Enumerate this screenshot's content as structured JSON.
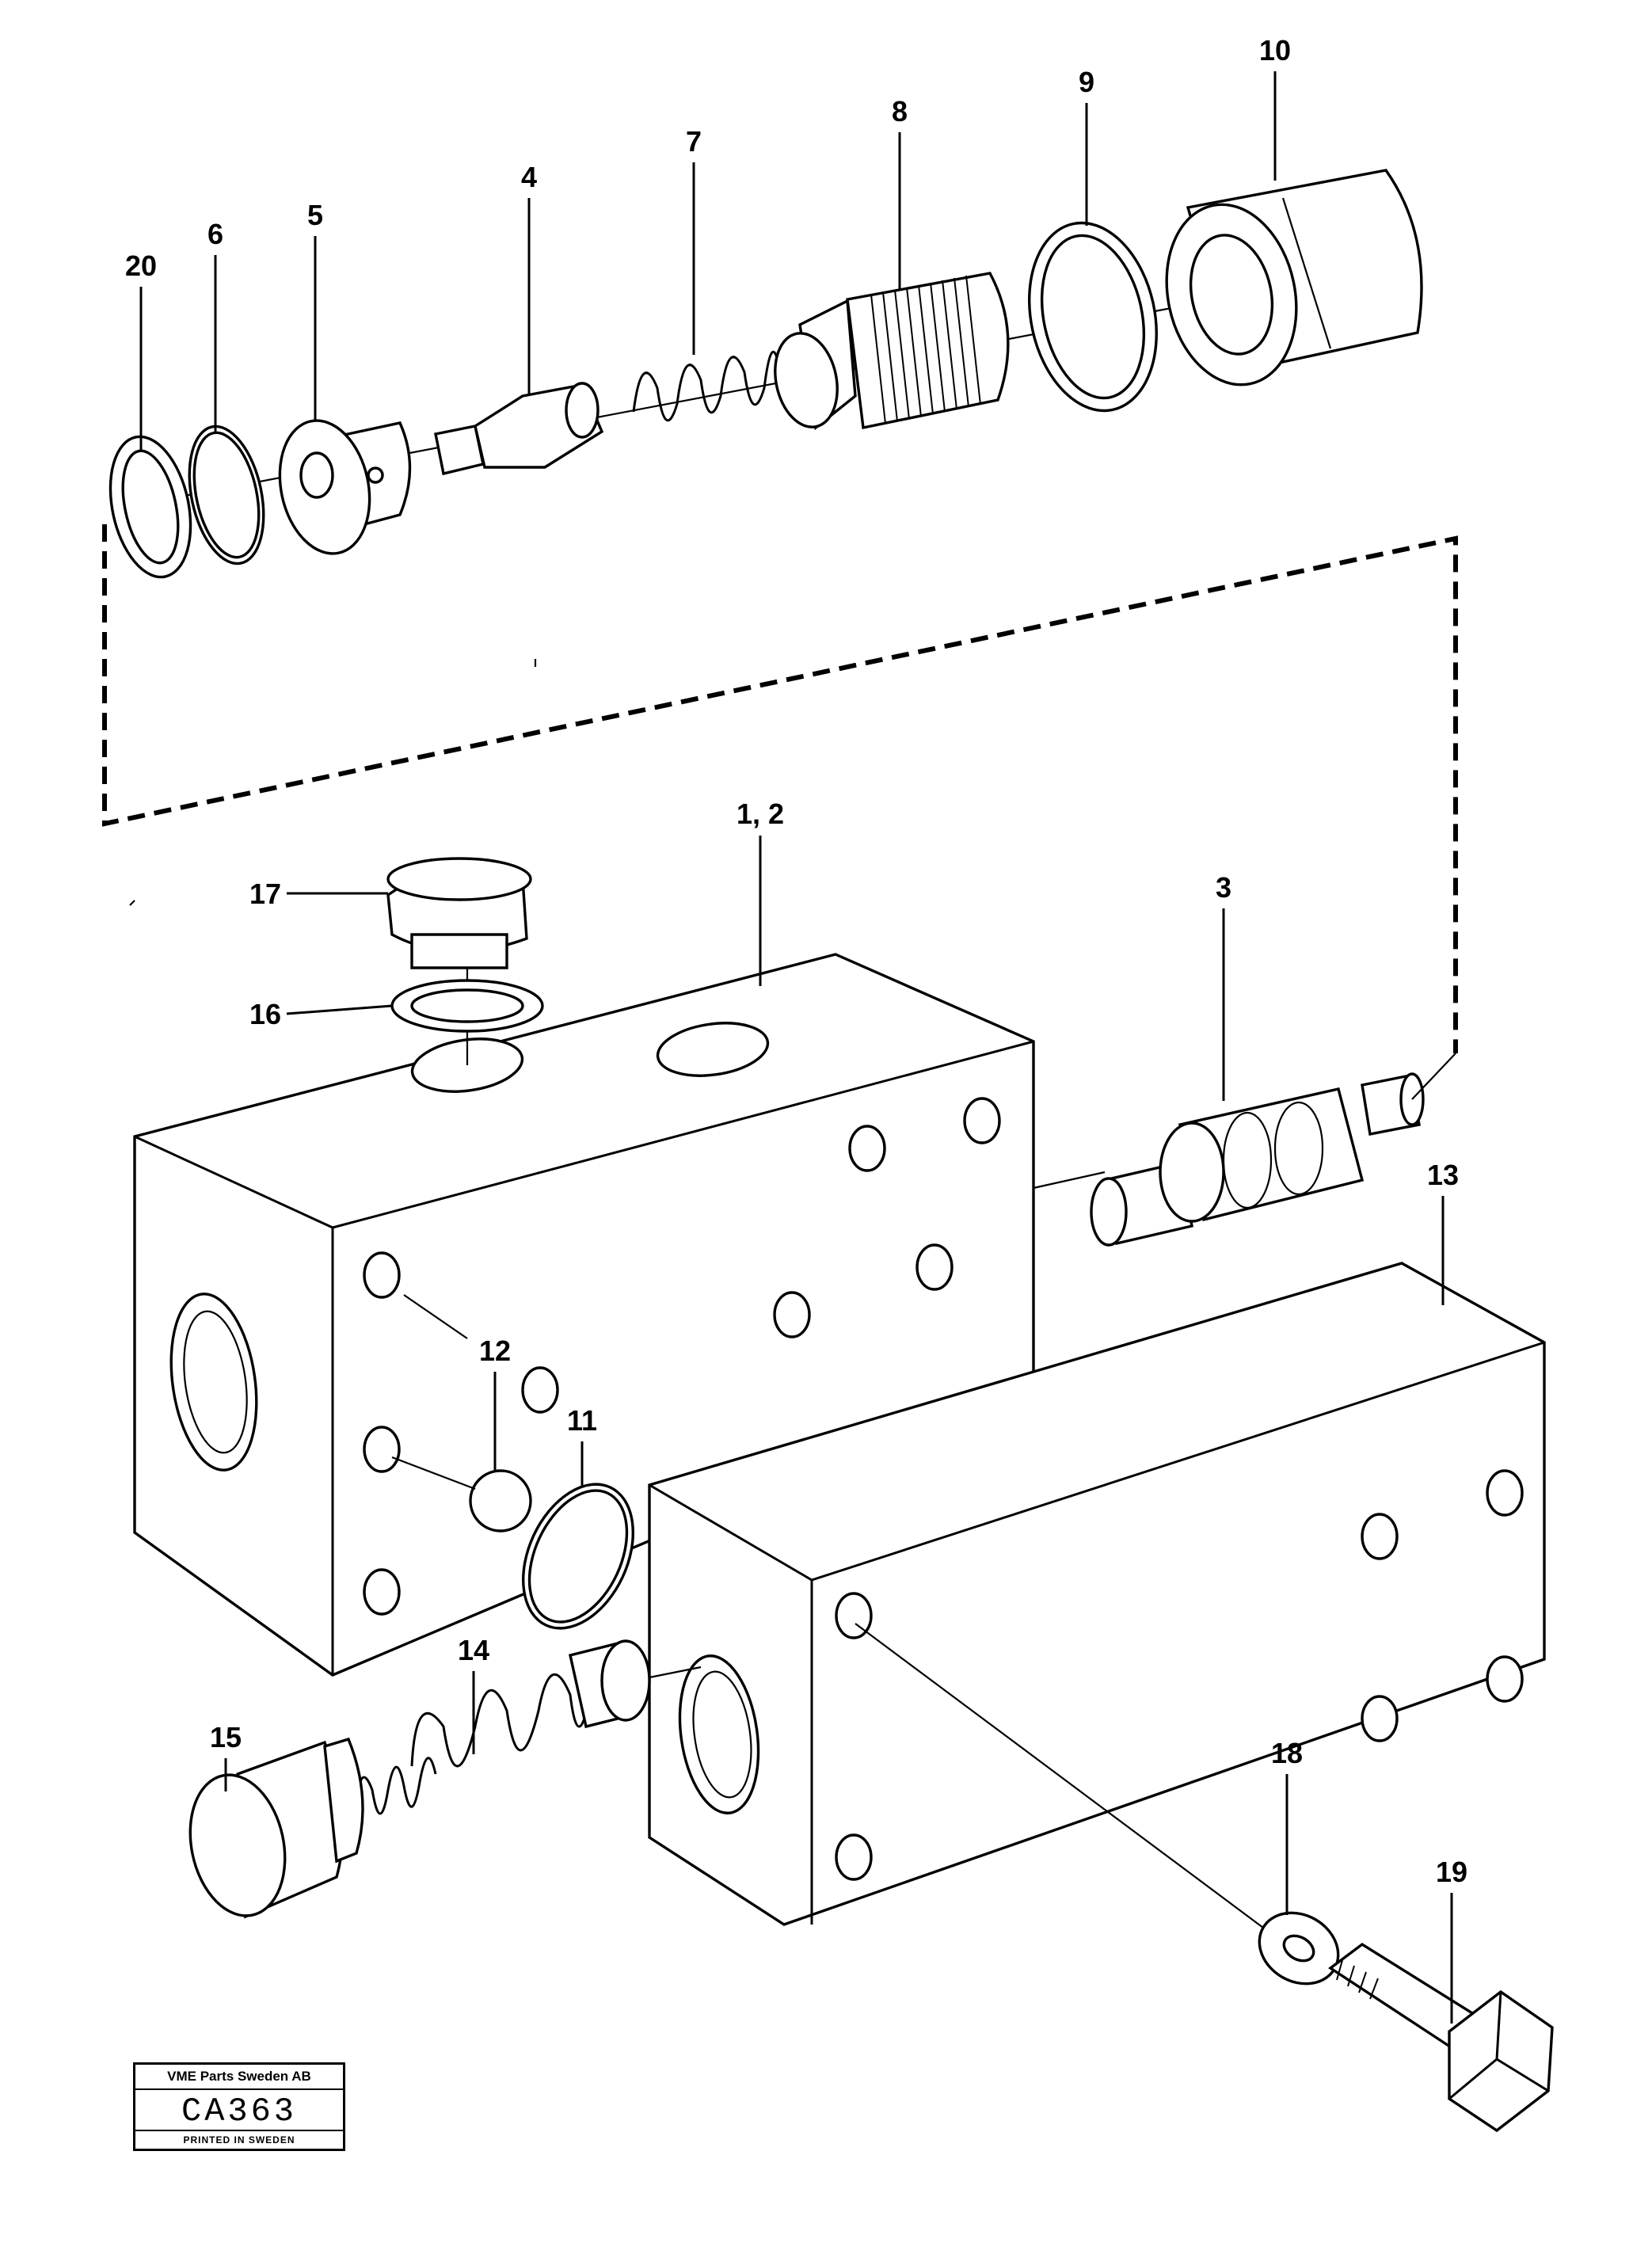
{
  "callouts": [
    {
      "id": "c20",
      "text": "20"
    },
    {
      "id": "c6",
      "text": "6"
    },
    {
      "id": "c5",
      "text": "5"
    },
    {
      "id": "c4",
      "text": "4"
    },
    {
      "id": "c7",
      "text": "7"
    },
    {
      "id": "c8",
      "text": "8"
    },
    {
      "id": "c9",
      "text": "9"
    },
    {
      "id": "c10",
      "text": "10"
    },
    {
      "id": "c1_2",
      "text": "1, 2"
    },
    {
      "id": "c17",
      "text": "17"
    },
    {
      "id": "c16",
      "text": "16"
    },
    {
      "id": "c3",
      "text": "3"
    },
    {
      "id": "c13",
      "text": "13"
    },
    {
      "id": "c12",
      "text": "12"
    },
    {
      "id": "c11",
      "text": "11"
    },
    {
      "id": "c14",
      "text": "14"
    },
    {
      "id": "c15",
      "text": "15"
    },
    {
      "id": "c18",
      "text": "18"
    },
    {
      "id": "c19",
      "text": "19"
    }
  ],
  "stamp": {
    "company": "VME Parts Sweden AB",
    "code": "CA363",
    "printed": "PRINTED IN SWEDEN"
  }
}
